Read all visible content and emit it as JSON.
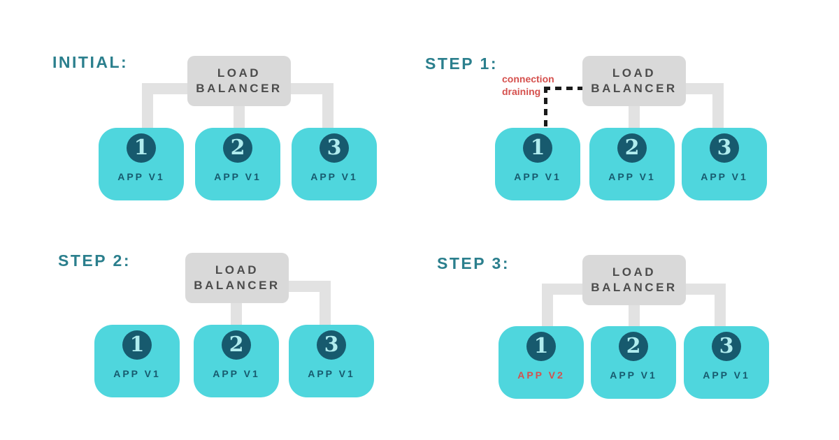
{
  "colors": {
    "background": "#ffffff",
    "heading-teal": "#2b7f8d",
    "app-box-teal": "#4fd6dd",
    "app-dark-teal": "#175a6e",
    "numeral-light": "#b0ecee",
    "lb-box-gray": "#d9d9d9",
    "lb-text-gray": "#4c4c4c",
    "connector-gray": "#e2e2e2",
    "alert-red": "#d5504d",
    "dash-black": "#1a1a1a"
  },
  "load_balancer": {
    "line1": "LOAD",
    "line2": "BALANCER"
  },
  "panels": [
    {
      "heading": "INITIAL:",
      "apps": [
        {
          "number": "1",
          "label": "APP V1"
        },
        {
          "number": "2",
          "label": "APP V1"
        },
        {
          "number": "3",
          "label": "APP V1"
        }
      ]
    },
    {
      "heading": "STEP 1:",
      "annotation": {
        "line1": "connection",
        "line2": "draining"
      },
      "apps": [
        {
          "number": "1",
          "label": "APP V1"
        },
        {
          "number": "2",
          "label": "APP V1"
        },
        {
          "number": "3",
          "label": "APP V1"
        }
      ]
    },
    {
      "heading": "STEP 2:",
      "apps": [
        {
          "number": "1",
          "label": "APP V1"
        },
        {
          "number": "2",
          "label": "APP V1"
        },
        {
          "number": "3",
          "label": "APP V1"
        }
      ]
    },
    {
      "heading": "STEP 3:",
      "apps": [
        {
          "number": "1",
          "label": "APP V2"
        },
        {
          "number": "2",
          "label": "APP V1"
        },
        {
          "number": "3",
          "label": "APP V1"
        }
      ]
    }
  ]
}
